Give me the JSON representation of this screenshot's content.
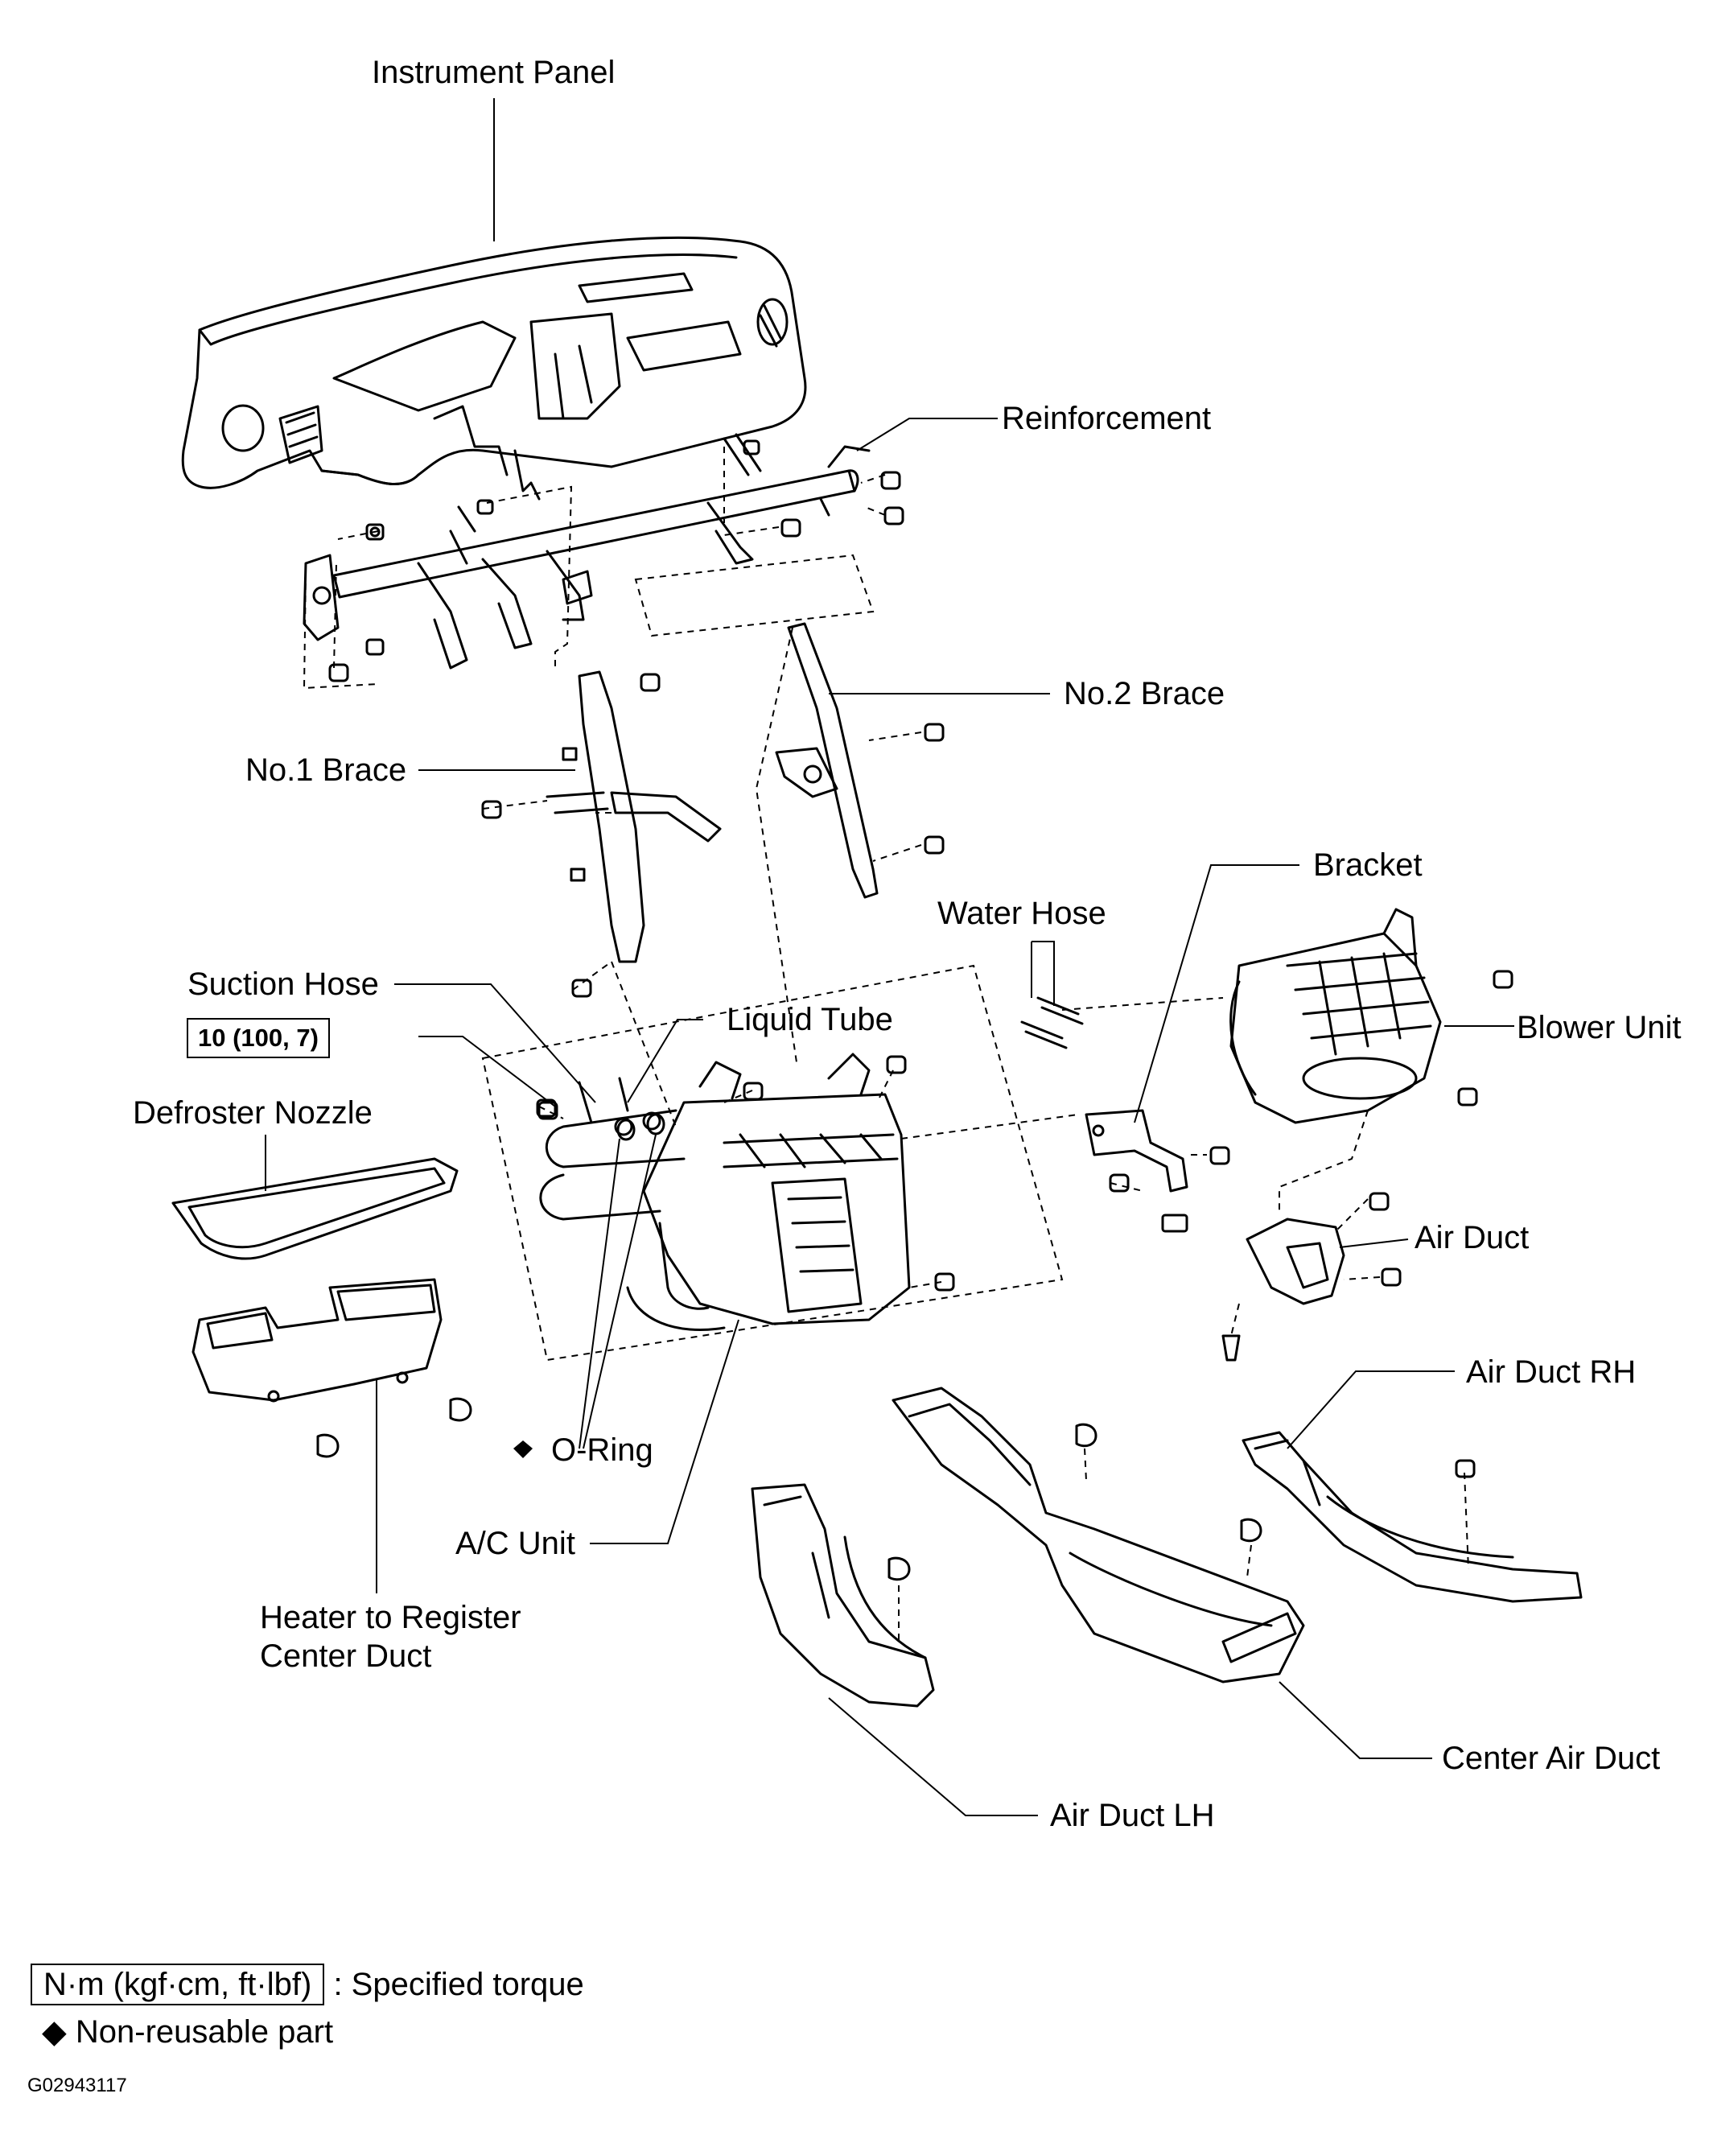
{
  "labels": {
    "instrument_panel": "Instrument Panel",
    "reinforcement": "Reinforcement",
    "no2_brace": "No.2 Brace",
    "no1_brace": "No.1 Brace",
    "bracket": "Bracket",
    "water_hose": "Water Hose",
    "suction_hose": "Suction Hose",
    "liquid_tube": "Liquid Tube",
    "blower_unit": "Blower Unit",
    "defroster_nozzle": "Defroster Nozzle",
    "air_duct": "Air Duct",
    "air_duct_rh": "Air Duct RH",
    "o_ring": "O-Ring",
    "ac_unit": "A/C Unit",
    "heater_duct_line1": "Heater to Register",
    "heater_duct_line2": "Center Duct",
    "center_air_duct": "Center Air Duct",
    "air_duct_lh": "Air Duct LH"
  },
  "torque": "10 (100, 7)",
  "non_reusable_symbol": "◆",
  "legend": {
    "torque_unit": "N·m (kgf·cm, ft·lbf)",
    "torque_text": ": Specified torque",
    "nonreusable_symbol": "◆",
    "nonreusable_text": "Non-reusable part"
  },
  "figure_code": "G02943117"
}
